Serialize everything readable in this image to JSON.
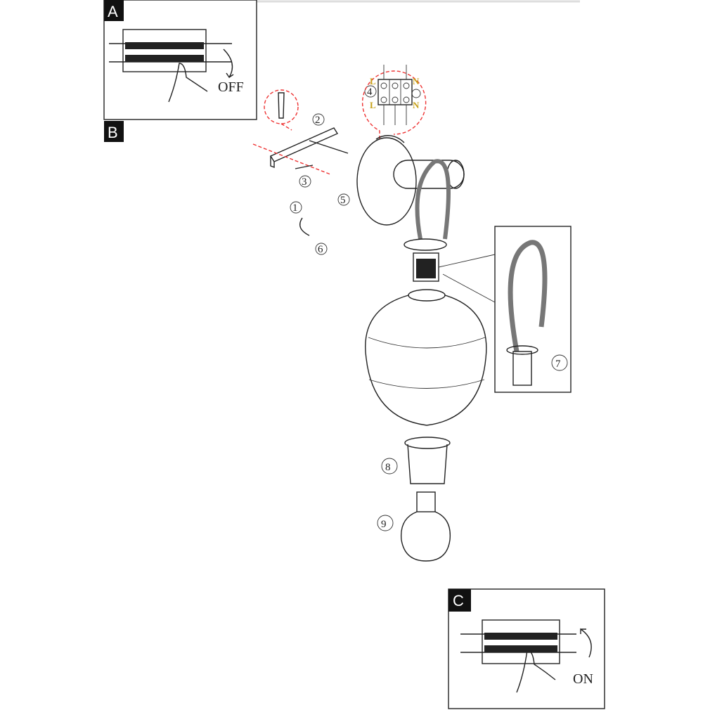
{
  "panels": {
    "a": {
      "letter": "A",
      "caption": "OFF"
    },
    "b": {
      "letter": "B"
    },
    "c": {
      "letter": "C",
      "caption": "ON"
    }
  },
  "steps": [
    "1",
    "2",
    "3",
    "4",
    "5",
    "6",
    "7",
    "8",
    "9"
  ],
  "wiring": {
    "top_left": "L",
    "top_right": "N",
    "bottom_left": "L",
    "bottom_right": "N"
  },
  "colors": {
    "outline": "#222222",
    "guide": "#ee3333",
    "wire_label": "#c7a21c"
  }
}
